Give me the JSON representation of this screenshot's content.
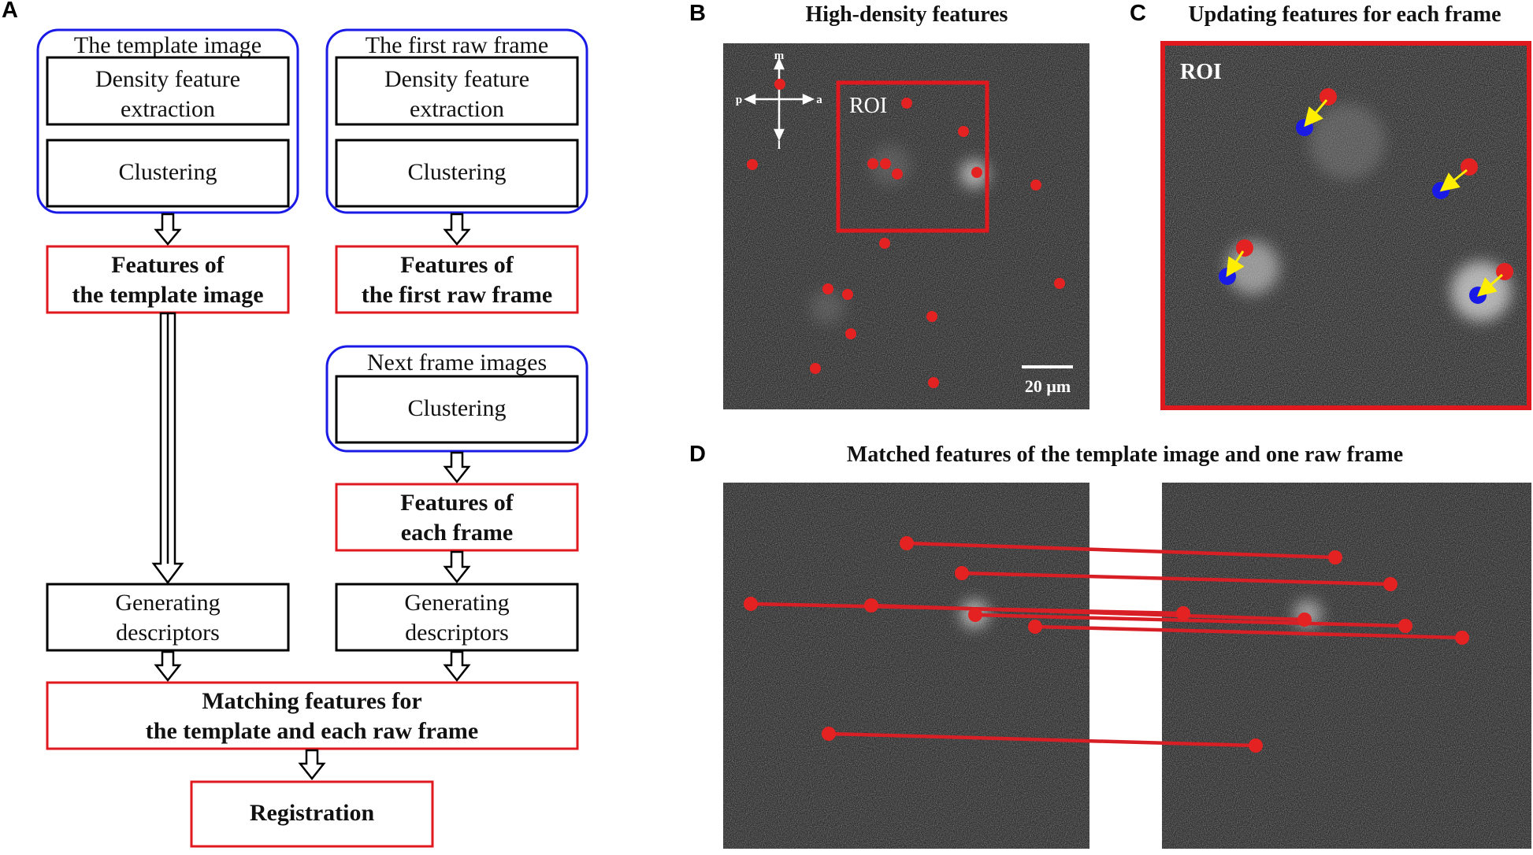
{
  "panels": {
    "a": {
      "letter": "A"
    },
    "b": {
      "letter": "B",
      "title": "High-density features",
      "roi_label": "ROI",
      "scale_bar": "20 μm",
      "compass": {
        "up": "m",
        "down": "l",
        "left": "p",
        "right": "a"
      }
    },
    "c": {
      "letter": "C",
      "title": "Updating features for each frame",
      "roi_label": "ROI"
    },
    "d": {
      "letter": "D",
      "title": "Matched features of the template image and one raw frame"
    }
  },
  "flowchart": {
    "template_group": {
      "title": "The template image",
      "step1": [
        "Density feature",
        "extraction"
      ],
      "step2": "Clustering"
    },
    "raw_group": {
      "title": "The first raw frame",
      "step1": [
        "Density feature",
        "extraction"
      ],
      "step2": "Clustering"
    },
    "template_features": [
      "Features of",
      "the template image"
    ],
    "raw_features": [
      "Features of",
      "the first raw frame"
    ],
    "next_group": {
      "title": "Next frame images",
      "step": "Clustering"
    },
    "each_features": [
      "Features of",
      "each frame"
    ],
    "descriptors_left": [
      "Generating",
      "descriptors"
    ],
    "descriptors_right": [
      "Generating",
      "descriptors"
    ],
    "matching": [
      "Matching features for",
      "the template and each raw frame"
    ],
    "registration": "Registration"
  },
  "colors": {
    "group_outline": "#1a1ae6",
    "output_outline": "#e0191f",
    "step_outline": "#000000",
    "feature_dot": "#e52222",
    "updated_dot": "#1a1ae6",
    "motion_arrow": "#ffee00"
  }
}
